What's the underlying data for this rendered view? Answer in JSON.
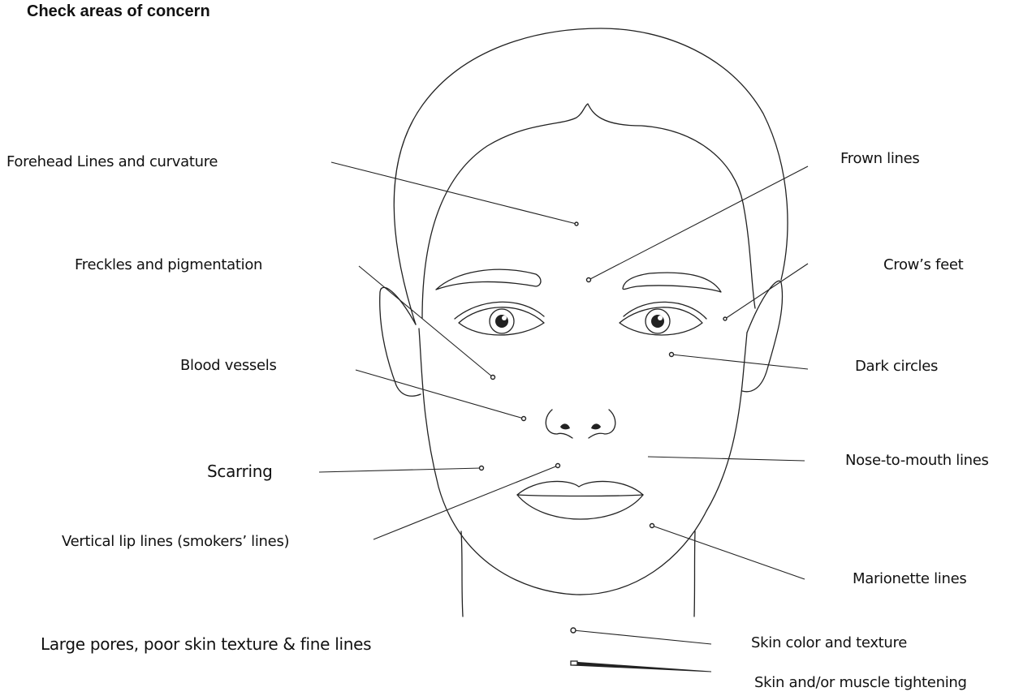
{
  "title": "Check areas of concern",
  "labels": {
    "forehead": "Forehead Lines and curvature",
    "frown": "Frown lines",
    "freckles": "Freckles and pigmentation",
    "crows_feet": "Crow’s feet",
    "blood_vessels": "Blood vessels",
    "dark_circles": "Dark circles",
    "scarring": "Scarring",
    "nose_mouth": "Nose-to-mouth lines",
    "lip_lines": "Vertical lip lines (smokers’ lines)",
    "marionette": "Marionette lines",
    "pores": "Large pores, poor skin texture & fine lines",
    "skin_color": "Skin color and texture",
    "tightening": "Skin and/or muscle tightening"
  }
}
